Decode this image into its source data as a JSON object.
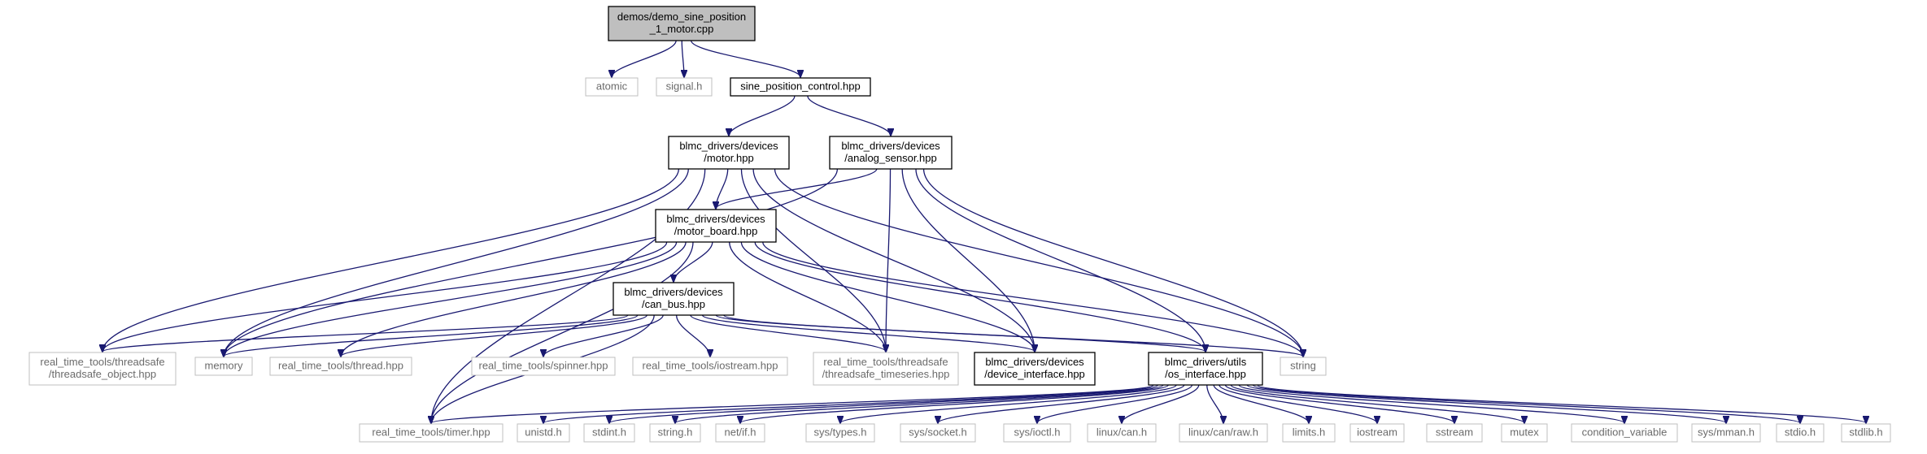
{
  "nodes": [
    {
      "id": "root",
      "lines": [
        "demos/demo_sine_position",
        "_1_motor.cpp"
      ],
      "kind": "root",
      "interactable": false
    },
    {
      "id": "atomic",
      "lines": [
        "atomic"
      ],
      "kind": "undocumented",
      "interactable": false
    },
    {
      "id": "signal_h",
      "lines": [
        "signal.h"
      ],
      "kind": "undocumented",
      "interactable": false
    },
    {
      "id": "sine_position_control",
      "lines": [
        "sine_position_control.hpp"
      ],
      "kind": "documented",
      "interactable": true
    },
    {
      "id": "motor",
      "lines": [
        "blmc_drivers/devices",
        "/motor.hpp"
      ],
      "kind": "documented",
      "interactable": true
    },
    {
      "id": "analog_sensor",
      "lines": [
        "blmc_drivers/devices",
        "/analog_sensor.hpp"
      ],
      "kind": "documented",
      "interactable": true
    },
    {
      "id": "motor_board",
      "lines": [
        "blmc_drivers/devices",
        "/motor_board.hpp"
      ],
      "kind": "documented",
      "interactable": true
    },
    {
      "id": "can_bus",
      "lines": [
        "blmc_drivers/devices",
        "/can_bus.hpp"
      ],
      "kind": "documented",
      "interactable": true
    },
    {
      "id": "threadsafe_object",
      "lines": [
        "real_time_tools/threadsafe",
        "/threadsafe_object.hpp"
      ],
      "kind": "undocumented",
      "interactable": false
    },
    {
      "id": "memory",
      "lines": [
        "memory"
      ],
      "kind": "undocumented",
      "interactable": false
    },
    {
      "id": "thread",
      "lines": [
        "real_time_tools/thread.hpp"
      ],
      "kind": "undocumented",
      "interactable": false
    },
    {
      "id": "spinner",
      "lines": [
        "real_time_tools/spinner.hpp"
      ],
      "kind": "undocumented",
      "interactable": false
    },
    {
      "id": "iostream_hpp",
      "lines": [
        "real_time_tools/iostream.hpp"
      ],
      "kind": "undocumented",
      "interactable": false
    },
    {
      "id": "threadsafe_timeseries",
      "lines": [
        "real_time_tools/threadsafe",
        "/threadsafe_timeseries.hpp"
      ],
      "kind": "undocumented",
      "interactable": false
    },
    {
      "id": "device_interface",
      "lines": [
        "blmc_drivers/devices",
        "/device_interface.hpp"
      ],
      "kind": "documented",
      "interactable": true
    },
    {
      "id": "os_interface",
      "lines": [
        "blmc_drivers/utils",
        "/os_interface.hpp"
      ],
      "kind": "documented",
      "interactable": true
    },
    {
      "id": "string",
      "lines": [
        "string"
      ],
      "kind": "undocumented",
      "interactable": false
    },
    {
      "id": "timer",
      "lines": [
        "real_time_tools/timer.hpp"
      ],
      "kind": "undocumented",
      "interactable": false
    },
    {
      "id": "unistd_h",
      "lines": [
        "unistd.h"
      ],
      "kind": "undocumented",
      "interactable": false
    },
    {
      "id": "stdint_h",
      "lines": [
        "stdint.h"
      ],
      "kind": "undocumented",
      "interactable": false
    },
    {
      "id": "string_h",
      "lines": [
        "string.h"
      ],
      "kind": "undocumented",
      "interactable": false
    },
    {
      "id": "net_if_h",
      "lines": [
        "net/if.h"
      ],
      "kind": "undocumented",
      "interactable": false
    },
    {
      "id": "sys_types_h",
      "lines": [
        "sys/types.h"
      ],
      "kind": "undocumented",
      "interactable": false
    },
    {
      "id": "sys_socket_h",
      "lines": [
        "sys/socket.h"
      ],
      "kind": "undocumented",
      "interactable": false
    },
    {
      "id": "sys_ioctl_h",
      "lines": [
        "sys/ioctl.h"
      ],
      "kind": "undocumented",
      "interactable": false
    },
    {
      "id": "linux_can_h",
      "lines": [
        "linux/can.h"
      ],
      "kind": "undocumented",
      "interactable": false
    },
    {
      "id": "linux_can_raw_h",
      "lines": [
        "linux/can/raw.h"
      ],
      "kind": "undocumented",
      "interactable": false
    },
    {
      "id": "limits_h",
      "lines": [
        "limits.h"
      ],
      "kind": "undocumented",
      "interactable": false
    },
    {
      "id": "iostream",
      "lines": [
        "iostream"
      ],
      "kind": "undocumented",
      "interactable": false
    },
    {
      "id": "sstream",
      "lines": [
        "sstream"
      ],
      "kind": "undocumented",
      "interactable": false
    },
    {
      "id": "mutex",
      "lines": [
        "mutex"
      ],
      "kind": "undocumented",
      "interactable": false
    },
    {
      "id": "condition_variable",
      "lines": [
        "condition_variable"
      ],
      "kind": "undocumented",
      "interactable": false
    },
    {
      "id": "sys_mman_h",
      "lines": [
        "sys/mman.h"
      ],
      "kind": "undocumented",
      "interactable": false
    },
    {
      "id": "stdio_h",
      "lines": [
        "stdio.h"
      ],
      "kind": "undocumented",
      "interactable": false
    },
    {
      "id": "stdlib_h",
      "lines": [
        "stdlib.h"
      ],
      "kind": "undocumented",
      "interactable": false
    }
  ],
  "edges": [
    [
      "root",
      "atomic"
    ],
    [
      "root",
      "signal_h"
    ],
    [
      "root",
      "sine_position_control"
    ],
    [
      "sine_position_control",
      "motor"
    ],
    [
      "sine_position_control",
      "analog_sensor"
    ],
    [
      "motor",
      "motor_board"
    ],
    [
      "motor",
      "threadsafe_object"
    ],
    [
      "motor",
      "memory"
    ],
    [
      "motor",
      "timer"
    ],
    [
      "motor",
      "threadsafe_timeseries"
    ],
    [
      "motor",
      "device_interface"
    ],
    [
      "motor",
      "string"
    ],
    [
      "analog_sensor",
      "motor_board"
    ],
    [
      "analog_sensor",
      "memory"
    ],
    [
      "analog_sensor",
      "threadsafe_timeseries"
    ],
    [
      "analog_sensor",
      "device_interface"
    ],
    [
      "analog_sensor",
      "os_interface"
    ],
    [
      "analog_sensor",
      "string"
    ],
    [
      "motor_board",
      "can_bus"
    ],
    [
      "motor_board",
      "threadsafe_object"
    ],
    [
      "motor_board",
      "memory"
    ],
    [
      "motor_board",
      "thread"
    ],
    [
      "motor_board",
      "threadsafe_timeseries"
    ],
    [
      "motor_board",
      "device_interface"
    ],
    [
      "motor_board",
      "os_interface"
    ],
    [
      "motor_board",
      "string"
    ],
    [
      "motor_board",
      "timer"
    ],
    [
      "can_bus",
      "threadsafe_object"
    ],
    [
      "can_bus",
      "memory"
    ],
    [
      "can_bus",
      "thread"
    ],
    [
      "can_bus",
      "spinner"
    ],
    [
      "can_bus",
      "iostream_hpp"
    ],
    [
      "can_bus",
      "threadsafe_timeseries"
    ],
    [
      "can_bus",
      "device_interface"
    ],
    [
      "can_bus",
      "os_interface"
    ],
    [
      "can_bus",
      "string"
    ],
    [
      "can_bus",
      "timer"
    ],
    [
      "os_interface",
      "timer"
    ],
    [
      "os_interface",
      "unistd_h"
    ],
    [
      "os_interface",
      "stdint_h"
    ],
    [
      "os_interface",
      "string_h"
    ],
    [
      "os_interface",
      "net_if_h"
    ],
    [
      "os_interface",
      "sys_types_h"
    ],
    [
      "os_interface",
      "sys_socket_h"
    ],
    [
      "os_interface",
      "sys_ioctl_h"
    ],
    [
      "os_interface",
      "linux_can_h"
    ],
    [
      "os_interface",
      "linux_can_raw_h"
    ],
    [
      "os_interface",
      "limits_h"
    ],
    [
      "os_interface",
      "iostream"
    ],
    [
      "os_interface",
      "sstream"
    ],
    [
      "os_interface",
      "mutex"
    ],
    [
      "os_interface",
      "condition_variable"
    ],
    [
      "os_interface",
      "sys_mman_h"
    ],
    [
      "os_interface",
      "stdio_h"
    ],
    [
      "os_interface",
      "stdlib_h"
    ]
  ],
  "colors": {
    "edge": "#191970",
    "root_fill": "#bfbfbf",
    "documented_border": "#000000",
    "undocumented_border": "#bfbfbf",
    "undocumented_text": "#6b6b6b"
  }
}
